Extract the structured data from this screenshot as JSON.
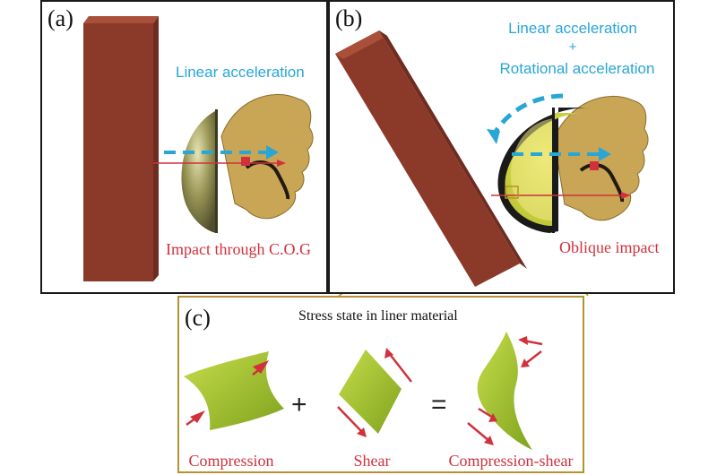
{
  "panel_a": {
    "label": "(a)",
    "accel_label": "Linear acceleration",
    "impact_label": "Impact through C.O.G"
  },
  "panel_b": {
    "label": "(b)",
    "accel_line1": "Linear acceleration",
    "accel_plus": "+",
    "accel_line2": "Rotational acceleration",
    "impact_label": "Oblique impact"
  },
  "panel_c": {
    "label": "(c)",
    "title": "Stress state in liner material",
    "plus": "+",
    "equals": "=",
    "captions": [
      "Compression",
      "Shear",
      "Compression-shear"
    ]
  },
  "colors": {
    "block": "#8b3a2a",
    "helmet": "#9a9656",
    "liner": "#d6df43",
    "blue": "#29a6d6",
    "red": "#d0313c",
    "material": "#9cc129",
    "frame_c": "#b8912f"
  }
}
